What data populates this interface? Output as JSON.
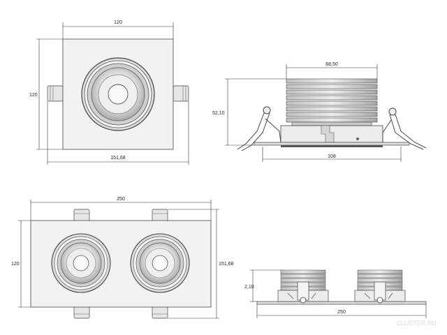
{
  "drawing": {
    "views": {
      "single_top": {
        "width_label": "120",
        "height_label": "120",
        "clip_span_label": "151,68"
      },
      "single_side": {
        "top_label": "68,50",
        "height_label": "52,10",
        "base_label": "108"
      },
      "double_top": {
        "width_label": "250",
        "height_label": "120",
        "clip_span_label": "151,68"
      },
      "double_side": {
        "height_label": "2,10",
        "base_label": "250"
      }
    },
    "watermark": "CLUSTER.RU"
  },
  "colors": {
    "line": "#333333",
    "fill": "#f2f2f2",
    "shade": "#bdbdbd"
  }
}
